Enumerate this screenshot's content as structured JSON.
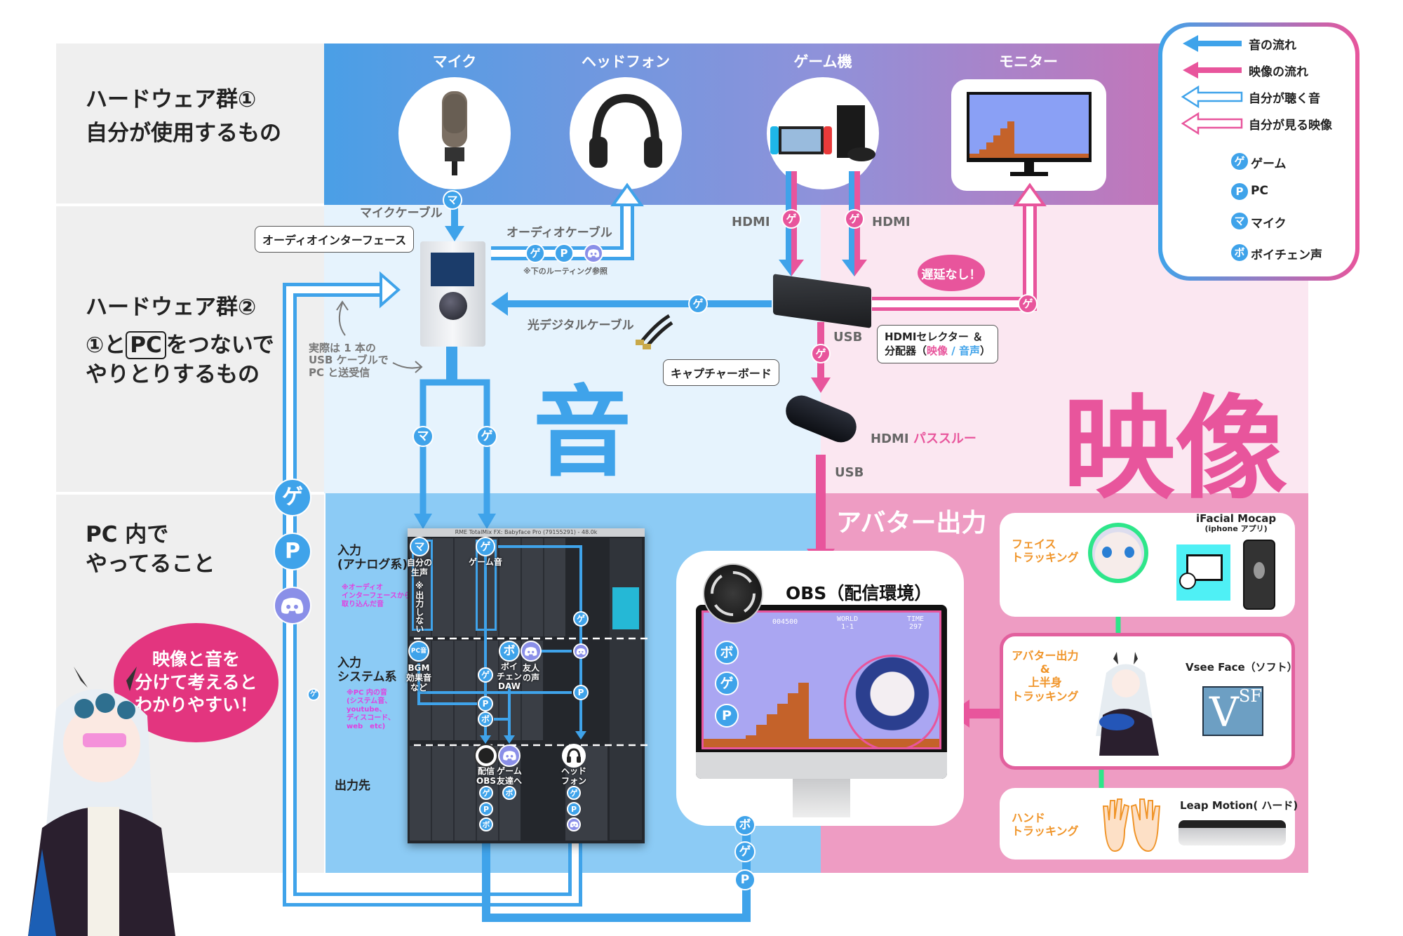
{
  "rows": {
    "row1": {
      "line1": "ハードウェア群①",
      "line2": "自分が使用するもの"
    },
    "row2": {
      "line1": "ハードウェア群②",
      "line2_pre": "①と",
      "line2_pc": "PC",
      "line2_post": "をつないで",
      "line3": "やりとりするもの"
    },
    "row3": {
      "line1": "PC 内で",
      "line2": "やってること"
    }
  },
  "hardware": {
    "mic": "マイク",
    "headphone": "ヘッドフォン",
    "console": "ゲーム機",
    "monitor": "モニター"
  },
  "labels": {
    "mic_cable": "マイクケーブル",
    "audio_interface": "オーディオインターフェース",
    "audio_cable": "オーディオケーブル",
    "routing_note": "※下のルーティング参照",
    "optical_cable": "光デジタルケーブル",
    "usb_note": [
      "実際は 1 本の",
      "USB ケーブルで",
      "PC と送受信"
    ],
    "hdmi_left": "HDMI",
    "hdmi_right": "HDMI",
    "no_delay": "遅延なし！",
    "selector_line1": "HDMIセレクター ＆",
    "selector_line2_pre": "分配器（",
    "selector_video": "映像",
    "selector_sep": " / ",
    "selector_audio": "音声",
    "selector_post": "）",
    "usb1": "USB",
    "capture_board": "キャプチャーボード",
    "hdmi_pass": "HDMI",
    "passthrough": "パススルー",
    "usb2": "USB",
    "big_audio": "音",
    "big_video": "映像",
    "avatar_output": "アバター出力",
    "obs": "OBS（配信環境）",
    "bubble": [
      "映像と音を",
      "分けて考えると",
      "わかりやすい！"
    ]
  },
  "legend": {
    "audio_flow": "音の流れ",
    "video_flow": "映像の流れ",
    "listen": "自分が聴く音",
    "watch": "自分が見る映像",
    "game": "ゲーム",
    "pc": "PC",
    "mic": "マイク",
    "voice": "ボイチェン声"
  },
  "badge": {
    "game": "ゲ",
    "pc": "P",
    "mic": "マ",
    "voice": "ボ",
    "pc_sound": "PC音"
  },
  "mixer": {
    "title": "RME TotalMix FX: Babyface Pro (79155291) - 48.0k",
    "section_analog": [
      "入力",
      "(アナログ系)"
    ],
    "analog_note": [
      "※オーディオ",
      "インターフェースから",
      "取り込んだ音"
    ],
    "section_system": [
      "入力",
      "システム系"
    ],
    "system_note": [
      "※PC 内の音",
      "(システム音、",
      "youtube、",
      "ディスコード、",
      "web　etc)"
    ],
    "section_output": "出力先",
    "own_voice": [
      "自分の",
      "生声"
    ],
    "no_output": "※出力しない",
    "game_sound": "ゲーム音",
    "bgm": [
      "BGM",
      "効果音",
      "など"
    ],
    "voice_daw": [
      "ボイ",
      "チェン",
      "DAW"
    ],
    "friend": [
      "友人",
      "の声"
    ],
    "out_obs": [
      "配信",
      "OBS"
    ],
    "out_friends": [
      "ゲーム",
      "友達へ"
    ],
    "out_headphone": [
      "ヘッド",
      "フォン"
    ]
  },
  "tracking": {
    "face": [
      "フェイス",
      "トラッキング"
    ],
    "ifacial": "iFacial Mocap",
    "ifacial_sub": "(iphone アプリ)",
    "avatar": [
      "アバター出力",
      "&",
      "上半身",
      "トラッキング"
    ],
    "vsee": "Vsee Face（ソフト）",
    "hand": [
      "ハンド",
      "トラッキング"
    ],
    "leap": "Leap Motion( ハード)"
  },
  "game_hud": {
    "world": "WORLD",
    "world_val": "1-1",
    "time": "TIME",
    "time_val": "297",
    "score": "004500"
  },
  "colors": {
    "audio": "#3fa3ea",
    "video": "#e8559c",
    "discord": "#8a8fe8",
    "tracking": "#2ee68a",
    "orange": "#f0952a"
  }
}
